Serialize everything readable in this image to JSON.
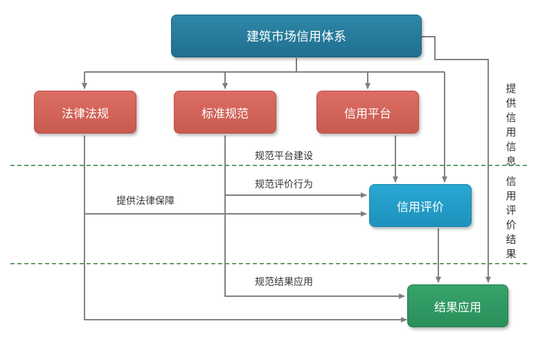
{
  "nodes": {
    "root": "建筑市场信用体系",
    "law": "法律法规",
    "standard": "标准规范",
    "platform": "信用平台",
    "evaluation": "信用评价",
    "application": "结果应用"
  },
  "labels": {
    "platform_build": "规范平台建设",
    "eval_behavior": "规范评价行为",
    "legal_guarantee": "提供法律保障",
    "result_application": "规范结果应用"
  },
  "side_labels": {
    "provide_info": "提供信用信息",
    "eval_results": "信用评价结果"
  },
  "colors": {
    "root": "#1f6f8f",
    "red": "#c95a50",
    "blue": "#1d92bd",
    "green": "#2a8f5a",
    "line": "#808080",
    "dash": "#2f7d3a"
  }
}
